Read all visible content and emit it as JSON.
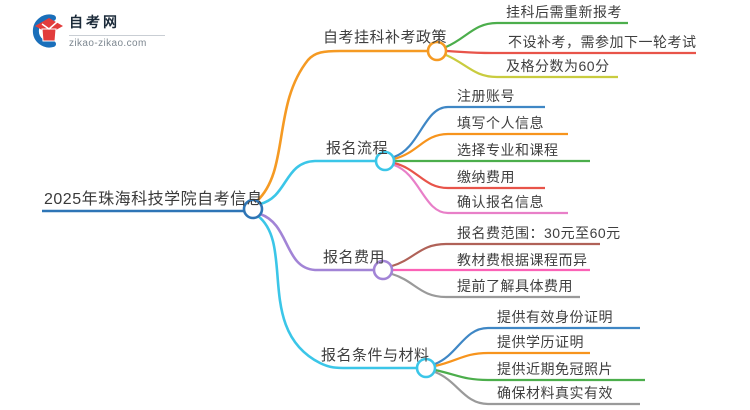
{
  "logo": {
    "site_name": "自考网",
    "site_url": "zikao-zikao.com"
  },
  "mindmap": {
    "root": {
      "label": "2025年珠海科技学院自考信息"
    },
    "colors": {
      "root_line": "#2e75b6"
    },
    "branches": [
      {
        "label": "自考挂科补考政策",
        "color": "#f59a23",
        "children": [
          {
            "label": "挂科后需重新报考",
            "color": "#4cae4c"
          },
          {
            "label": "不设补考，需参加下一轮考试",
            "color": "#e8544a"
          },
          {
            "label": "及格分数为60分",
            "color": "#c9cc3f"
          }
        ]
      },
      {
        "label": "报名流程",
        "color": "#3bc6e8",
        "children": [
          {
            "label": "注册账号",
            "color": "#3f87c5"
          },
          {
            "label": "填写个人信息",
            "color": "#f7941d"
          },
          {
            "label": "选择专业和课程",
            "color": "#4cae4c"
          },
          {
            "label": "缴纳费用",
            "color": "#e8544a"
          },
          {
            "label": "确认报名信息",
            "color": "#e87fc8"
          }
        ]
      },
      {
        "label": "报名费用",
        "color": "#a284d6",
        "children": [
          {
            "label": "报名费范围：30元至60元",
            "color": "#b06258"
          },
          {
            "label": "教材费根据课程而异",
            "color": "#fb62b6"
          },
          {
            "label": "提前了解具体费用",
            "color": "#9a9a9a"
          }
        ]
      },
      {
        "label": "报名条件与材料",
        "color": "#3bc6e8",
        "children": [
          {
            "label": "提供有效身份证明",
            "color": "#3f87c5"
          },
          {
            "label": "提供学历证明",
            "color": "#f7941d"
          },
          {
            "label": "提供近期免冠照片",
            "color": "#4cae4c"
          },
          {
            "label": "确保材料真实有效",
            "color": "#9a9a9a"
          }
        ]
      }
    ]
  }
}
